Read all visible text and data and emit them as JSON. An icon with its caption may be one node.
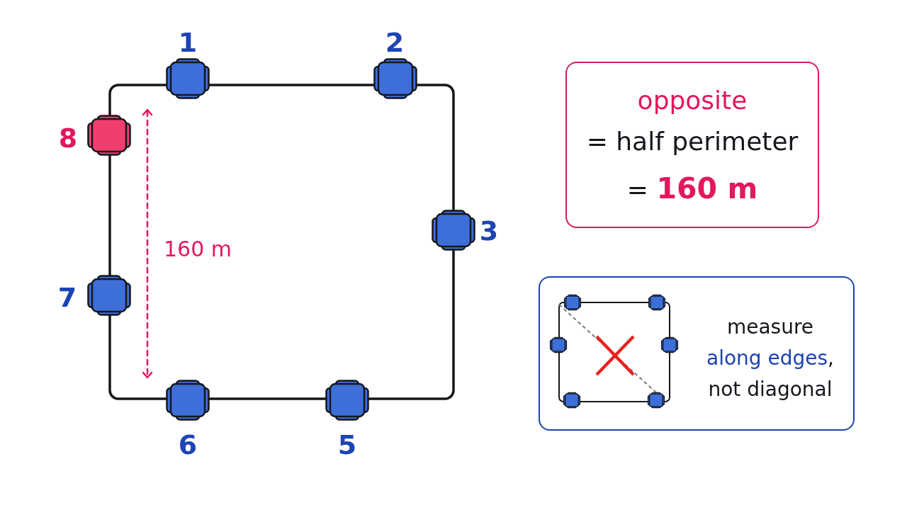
{
  "diagram": {
    "nodes": [
      {
        "text": [
          "opposite",
          "= half perimeter",
          "= **160 m**"
        ]
      },
      {
        "text": [
          "measure **along edges**, not diagonal"
        ]
      }
    ],
    "labels": [
      "1",
      "2",
      "8",
      "3",
      "160 m",
      "7",
      "6",
      "5"
    ]
  }
}
